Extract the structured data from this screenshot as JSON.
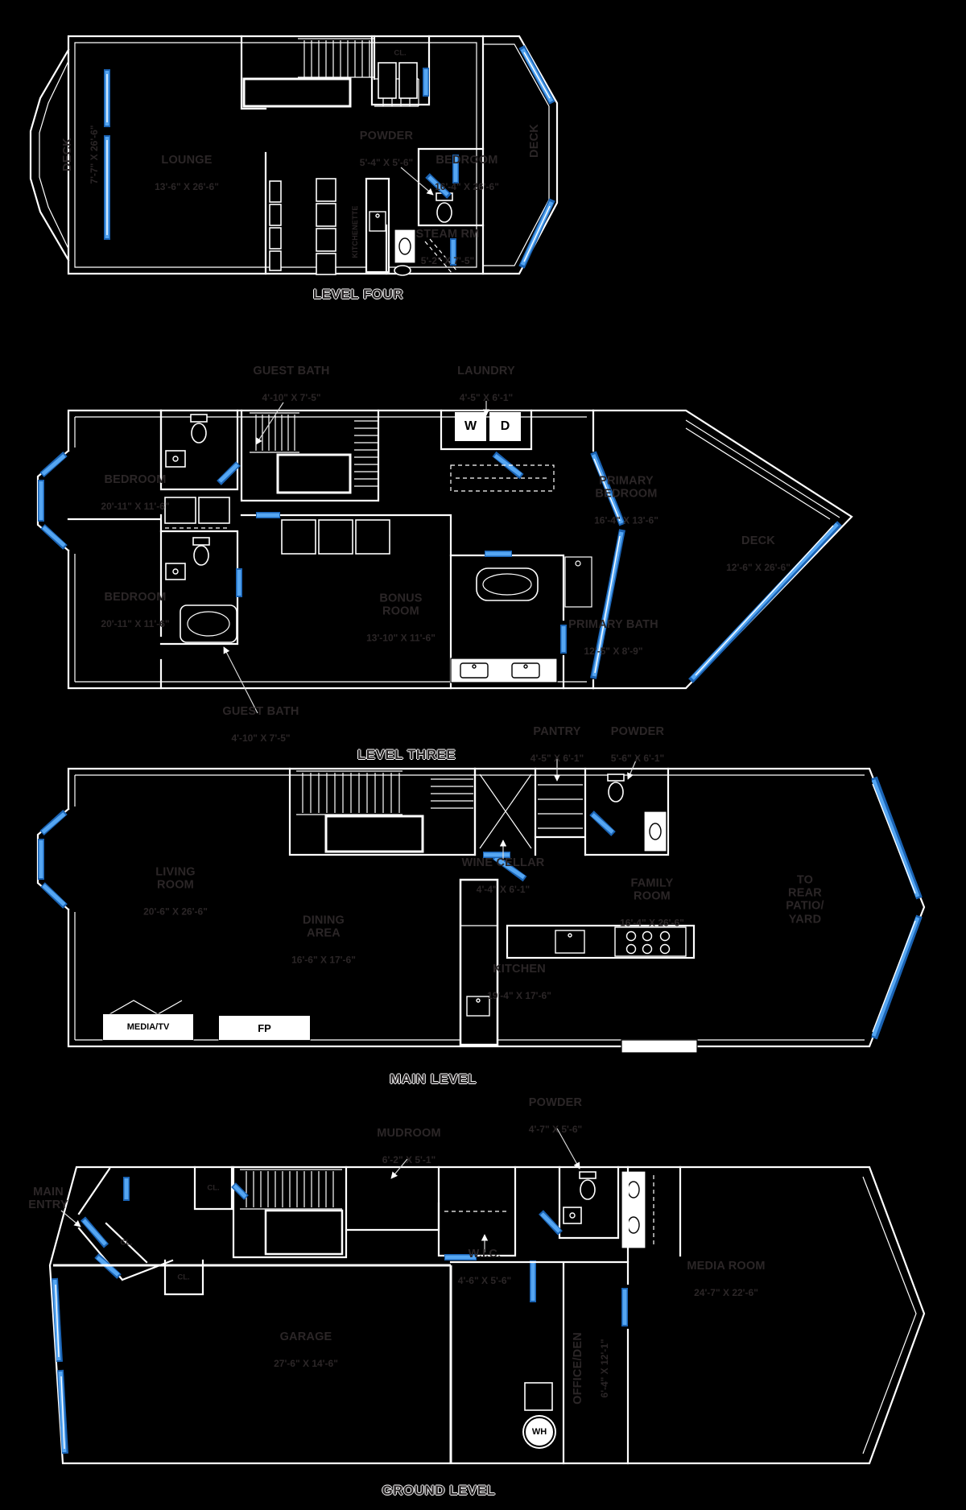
{
  "colors": {
    "background": "#000000",
    "walls": "#ffffff",
    "window_fill": "#55a6f2",
    "window_edge": "#1a63b4",
    "ink": "#2b2627"
  },
  "levels": [
    {
      "caption": "LEVEL FOUR",
      "deck_left": {
        "name": "DECK",
        "dims": "7'-7\" X 26'-6\""
      },
      "deck_right": {
        "name": "DECK"
      },
      "lounge": {
        "name": "LOUNGE",
        "dims": "13'-6\" X 26'-6\""
      },
      "powder": {
        "name": "POWDER",
        "dims": "5'-4\" X 5'-6\""
      },
      "bedroom": {
        "name": "BEDROOM",
        "dims": "16'-4\" X 26'-6\""
      },
      "steam": {
        "name": "STEAM RM",
        "dims": "5'-2\" X 7'-5\""
      },
      "kitchenette": {
        "name": "KITCHENETTE"
      },
      "closet": {
        "name": "CL."
      }
    },
    {
      "caption": "LEVEL THREE",
      "bath_top": {
        "name": "GUEST BATH",
        "dims": "4'-10\" X 7'-5\""
      },
      "laundry": {
        "name": "LAUNDRY",
        "dims": "4'-5\" X 6'-1\""
      },
      "washer": "W",
      "dryer": "D",
      "bedroom_upper": {
        "name": "BEDROOM",
        "dims": "20'-11\" X 11'-6\""
      },
      "bedroom_lower": {
        "name": "BEDROOM",
        "dims": "20'-11\" X 11'-6\""
      },
      "bonus": {
        "name": "BONUS\nROOM",
        "dims": "13'-10\" X 11'-6\""
      },
      "primary_bedroom": {
        "name": "PRIMARY\nBEDROOM",
        "dims": "16'-4\" X 13'-6\""
      },
      "primary_bath": {
        "name": "PRIMARY BATH",
        "dims": "12'-5\" X 8'-9\""
      },
      "deck": {
        "name": "DECK",
        "dims": "12'-6\" X 26'-6\""
      },
      "bath_bottom": {
        "name": "GUEST BATH",
        "dims": "4'-10\" X 7'-5\""
      }
    },
    {
      "caption": "MAIN LEVEL",
      "pantry": {
        "name": "PANTRY",
        "dims": "4'-5\" X 6'-1\""
      },
      "powder": {
        "name": "POWDER",
        "dims": "5'-6\" X 6'-1\""
      },
      "wine": {
        "name": "WINE CELLAR",
        "dims": "4'-4\" X 6'-1\""
      },
      "living": {
        "name": "LIVING\nROOM",
        "dims": "20'-6\" X 26'-6\""
      },
      "dining": {
        "name": "DINING\nAREA",
        "dims": "16'-6\" X 17'-6\""
      },
      "kitchen": {
        "name": "KITCHEN",
        "dims": "19'-4\" X 17'-6\""
      },
      "family": {
        "name": "FAMILY\nROOM",
        "dims": "16'-4\" X 26'-6\""
      },
      "rear": {
        "name": "TO\nREAR\nPATIO/\nYARD"
      },
      "media_tv": "MEDIA/TV",
      "fireplace": "FP"
    },
    {
      "caption": "GROUND LEVEL",
      "powder": {
        "name": "POWDER",
        "dims": "4'-7\" X 5'-6\""
      },
      "mudroom": {
        "name": "MUDROOM",
        "dims": "6'-2\" X 5'-1\""
      },
      "entry": {
        "name": "MAIN\nENTRY"
      },
      "wic": {
        "name": "W.I.C.",
        "dims": "4'-6\" X 5'-6\""
      },
      "garage": {
        "name": "GARAGE",
        "dims": "27'-6\" X 14'-6\""
      },
      "office": {
        "name": "OFFICE/DEN",
        "dims": "6'-4\" X 12'-1\""
      },
      "media_room": {
        "name": "MEDIA ROOM",
        "dims": "24'-7\" X 22'-6\""
      },
      "water_heater": "WH",
      "closet": "CL."
    }
  ]
}
